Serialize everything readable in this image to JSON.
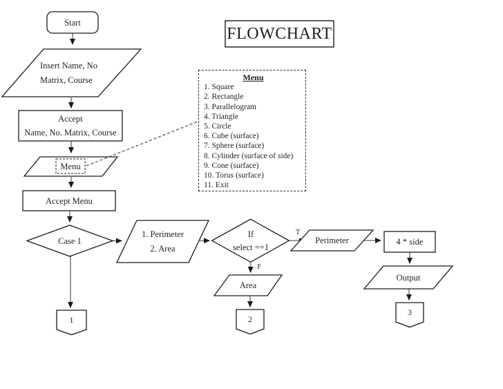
{
  "title": {
    "label": "FLOWCHART"
  },
  "nodes": {
    "start": {
      "label": "Start"
    },
    "insert": {
      "line1": "Insert Name, No",
      "line2": "Matrix, Course"
    },
    "accept": {
      "line1": "Accept",
      "line2": "Name, No. Matrix, Course"
    },
    "menu_input": {
      "label": "Menu"
    },
    "accept_menu": {
      "label": "Accept Menu"
    },
    "case1": {
      "label": "Case 1"
    },
    "perim_area": {
      "line1": "1. Perimeter",
      "line2": "2. Area"
    },
    "if_select": {
      "line1": "If",
      "line2": "select ==1"
    },
    "perimeter": {
      "label": "Perimeter"
    },
    "formula": {
      "label": "4 * side"
    },
    "output": {
      "label": "Output"
    },
    "area": {
      "label": "Area"
    },
    "connector1": {
      "label": "1"
    },
    "connector2": {
      "label": "2"
    },
    "connector3": {
      "label": "3"
    }
  },
  "branch_labels": {
    "true": "T",
    "false": "F"
  },
  "menu_box": {
    "header": "Menu",
    "items": [
      "1. Square",
      "2. Rectangle",
      "3. Parallelogram",
      "4. Triangle",
      "5. Circle",
      "6. Cube (surface)",
      "7. Sphere (surface)",
      "8. Cylinder (surface of side)",
      "9. Cone (surface)",
      "10. Torus (surface)",
      "11. Exit"
    ]
  },
  "colors": {
    "ink": "#1f1f1f",
    "shape_stroke": "#1a1a1a",
    "line_gray": "#7f7f7f",
    "background": "#ffffff"
  }
}
